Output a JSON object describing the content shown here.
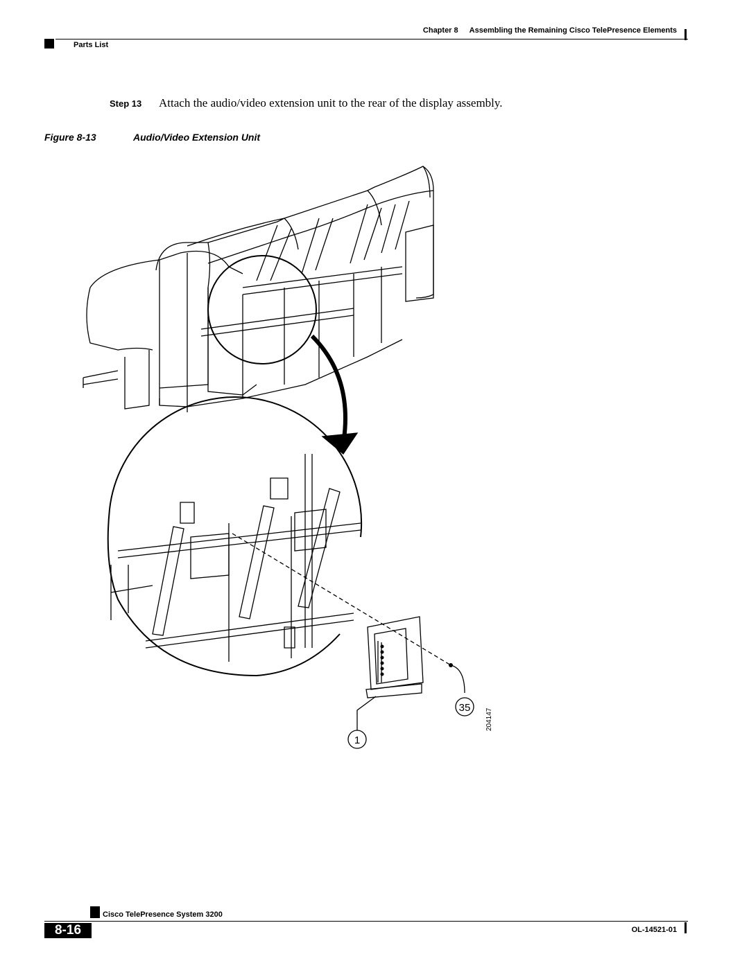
{
  "header": {
    "chapter_label": "Chapter 8",
    "chapter_title": "Assembling the Remaining Cisco TelePresence Elements",
    "section": "Parts List"
  },
  "step": {
    "label": "Step 13",
    "text": "Attach the audio/video extension unit to the rear of the display assembly."
  },
  "figure": {
    "label": "Figure 8-13",
    "title": "Audio/Video Extension Unit",
    "callouts": [
      "35",
      "1"
    ],
    "id_number": "204147"
  },
  "footer": {
    "book_title": "Cisco TelePresence System 3200",
    "page_number": "8-16",
    "doc_number": "OL-14521-01"
  }
}
